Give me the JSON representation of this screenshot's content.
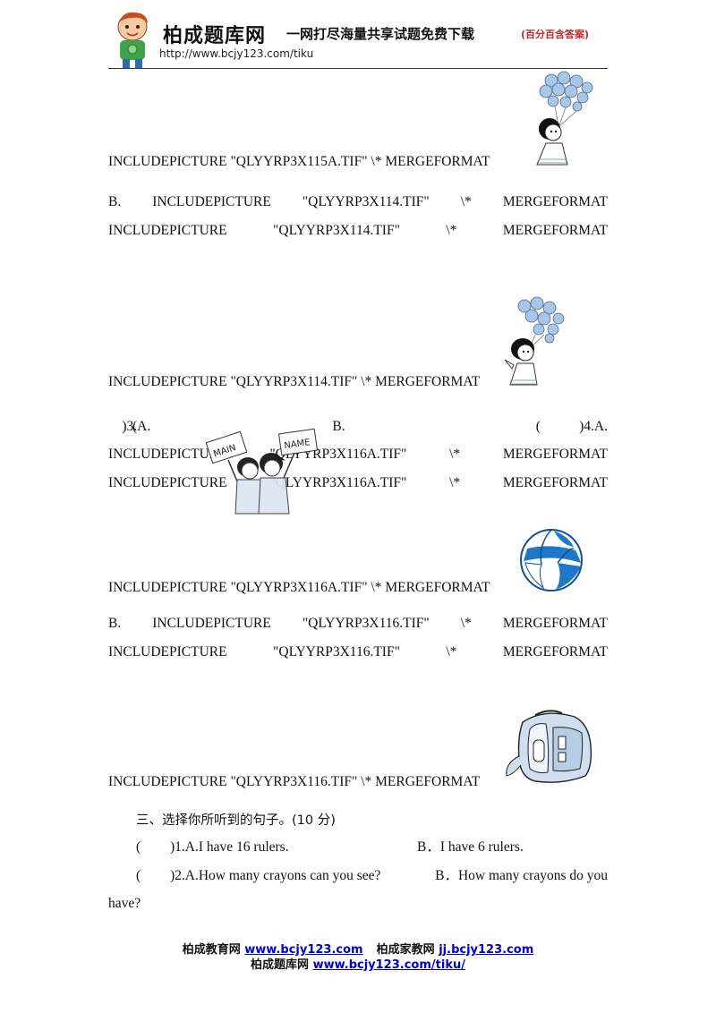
{
  "header": {
    "site_title": "柏成题库网",
    "slogan": "一网打尽海量共享试题免费下载",
    "tag": "(百分百含答案)",
    "url": "http://www.bcjy123.com/tiku"
  },
  "lines": {
    "l1": "INCLUDEPICTURE  \"QLYYRP3X115A.TIF\"  \\*  MERGEFORMAT",
    "l2": [
      "B.",
      "INCLUDEPICTURE",
      "\"QLYYRP3X114.TIF\"",
      "\\*",
      "MERGEFORMAT"
    ],
    "l3": [
      "INCLUDEPICTURE",
      "\"QLYYRP3X114.TIF\"",
      "\\*",
      "MERGEFORMAT"
    ],
    "l4": "INCLUDEPICTURE \"QLYYRP3X114.TIF\" \\* MERGEFORMAT",
    "l5": [
      "(",
      ")3.A.",
      "B.",
      "(",
      ")4.A."
    ],
    "l6": [
      "INCLUDEPICTURE",
      "\"QLYYRP3X116A.TIF\"",
      "\\*",
      "MERGEFORMAT"
    ],
    "l7": [
      "INCLUDEPICTURE",
      "\"QLYYRP3X116A.TIF\"",
      "\\*",
      "MERGEFORMAT"
    ],
    "l8": "INCLUDEPICTURE  \"QLYYRP3X116A.TIF\"  \\*  MERGEFORMAT",
    "l9": [
      "B.",
      "INCLUDEPICTURE",
      "\"QLYYRP3X116.TIF\"",
      "\\*",
      "MERGEFORMAT"
    ],
    "l10": [
      "INCLUDEPICTURE",
      "\"QLYYRP3X116.TIF\"",
      "\\*",
      "MERGEFORMAT"
    ],
    "l11": "INCLUDEPICTURE \"QLYYRP3X116.TIF\" \\* MERGEFORMAT"
  },
  "section3": {
    "heading": "三、选择你所听到的句子。(10 分)",
    "q1": {
      "paren": "(",
      "a": ")1.A.I have 16 rulers.",
      "b": "B．I  have  6  rulers."
    },
    "q2": {
      "paren": "(",
      "a": ")2.A.How many crayons can you see?",
      "b": "B．How  many  crayons  do  you",
      "b_cont": "have?"
    }
  },
  "sign_texts": {
    "left": "MAIN",
    "right": "NAME"
  },
  "footer": {
    "line1_a": "柏成教育网",
    "line1_a_link": "www.bcjy123.com",
    "line1_b": "柏成家教网",
    "line1_b_link": "jj.bcjy123.com",
    "line2_a": "柏成题库网",
    "line2_a_link": "www.bcjy123.com/tiku/"
  },
  "colors": {
    "accent_red": "#c1272d",
    "link_blue": "#0000cc",
    "balloon_blue": "#a9c6e8"
  }
}
